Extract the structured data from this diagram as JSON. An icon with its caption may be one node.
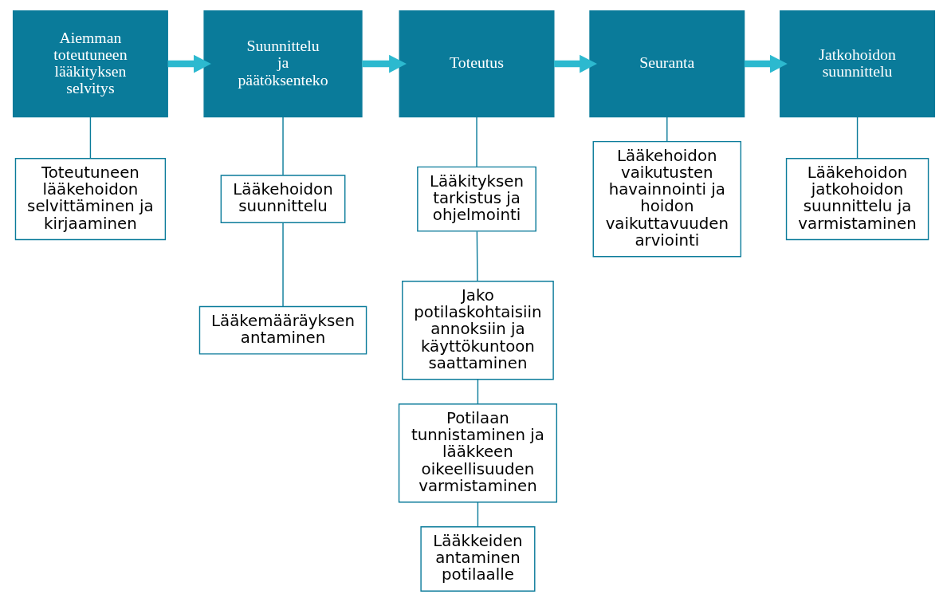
{
  "diagram": {
    "nodes": [
      {
        "text": [
          "Aiemman toteutuneen lääkityksen selvitys"
        ]
      },
      {
        "text": [
          "Suunnittelu ja päätöksenteko"
        ]
      },
      {
        "text": [
          "Toteutus"
        ]
      },
      {
        "text": [
          "Seuranta"
        ]
      },
      {
        "text": [
          "Jatkohoidon suunnittelu"
        ]
      },
      {
        "text": [
          "Toteutuneen lääkehoidon selvittäminen ja kirjaaminen"
        ]
      },
      {
        "text": [
          "Lääkehoidon suunnittelu"
        ]
      },
      {
        "text": [
          "Lääkemääräyksen antaminen"
        ]
      },
      {
        "text": [
          "Lääkityksen tarkistus ja ohjelmointi"
        ]
      },
      {
        "text": [
          "Jako potilaskohtaisiin annoksiin ja käyttökuntoon saattaminen"
        ]
      },
      {
        "text": [
          "Potilaan tunnistaminen ja lääkkeen oikeellisuuden varmistaminen"
        ]
      },
      {
        "text": [
          "Lääkkeiden antaminen potilaalle"
        ]
      },
      {
        "text": [
          "Lääkehoidon vaikutusten havainnointi ja hoidon vaikuttavuuden arviointi"
        ]
      },
      {
        "text": [
          "Lääkehoidon jatkohoidon suunnittelu ja varmistaminen"
        ]
      }
    ],
    "edges": [
      {
        "from": 0,
        "to": 1,
        "arrow": "to",
        "style": "thick",
        "color": "#2cb9cf"
      },
      {
        "from": 1,
        "to": 2,
        "arrow": "to",
        "style": "thick",
        "color": "#2cb9cf"
      },
      {
        "from": 2,
        "to": 3,
        "arrow": "to",
        "style": "thick",
        "color": "#2cb9cf"
      },
      {
        "from": 3,
        "to": 4,
        "arrow": "to",
        "style": "thick",
        "color": "#2cb9cf"
      },
      {
        "from": 0,
        "to": 5,
        "arrow": "none"
      },
      {
        "from": 1,
        "to": 6,
        "arrow": "none"
      },
      {
        "from": 6,
        "to": 7,
        "arrow": "none"
      },
      {
        "from": 2,
        "to": 8,
        "arrow": "none"
      },
      {
        "from": 8,
        "to": 9,
        "arrow": "none"
      },
      {
        "from": 9,
        "to": 10,
        "arrow": "none"
      },
      {
        "from": 10,
        "to": 11,
        "arrow": "none"
      },
      {
        "from": 3,
        "to": 12,
        "arrow": "none"
      },
      {
        "from": 4,
        "to": 13,
        "arrow": "none"
      }
    ]
  }
}
